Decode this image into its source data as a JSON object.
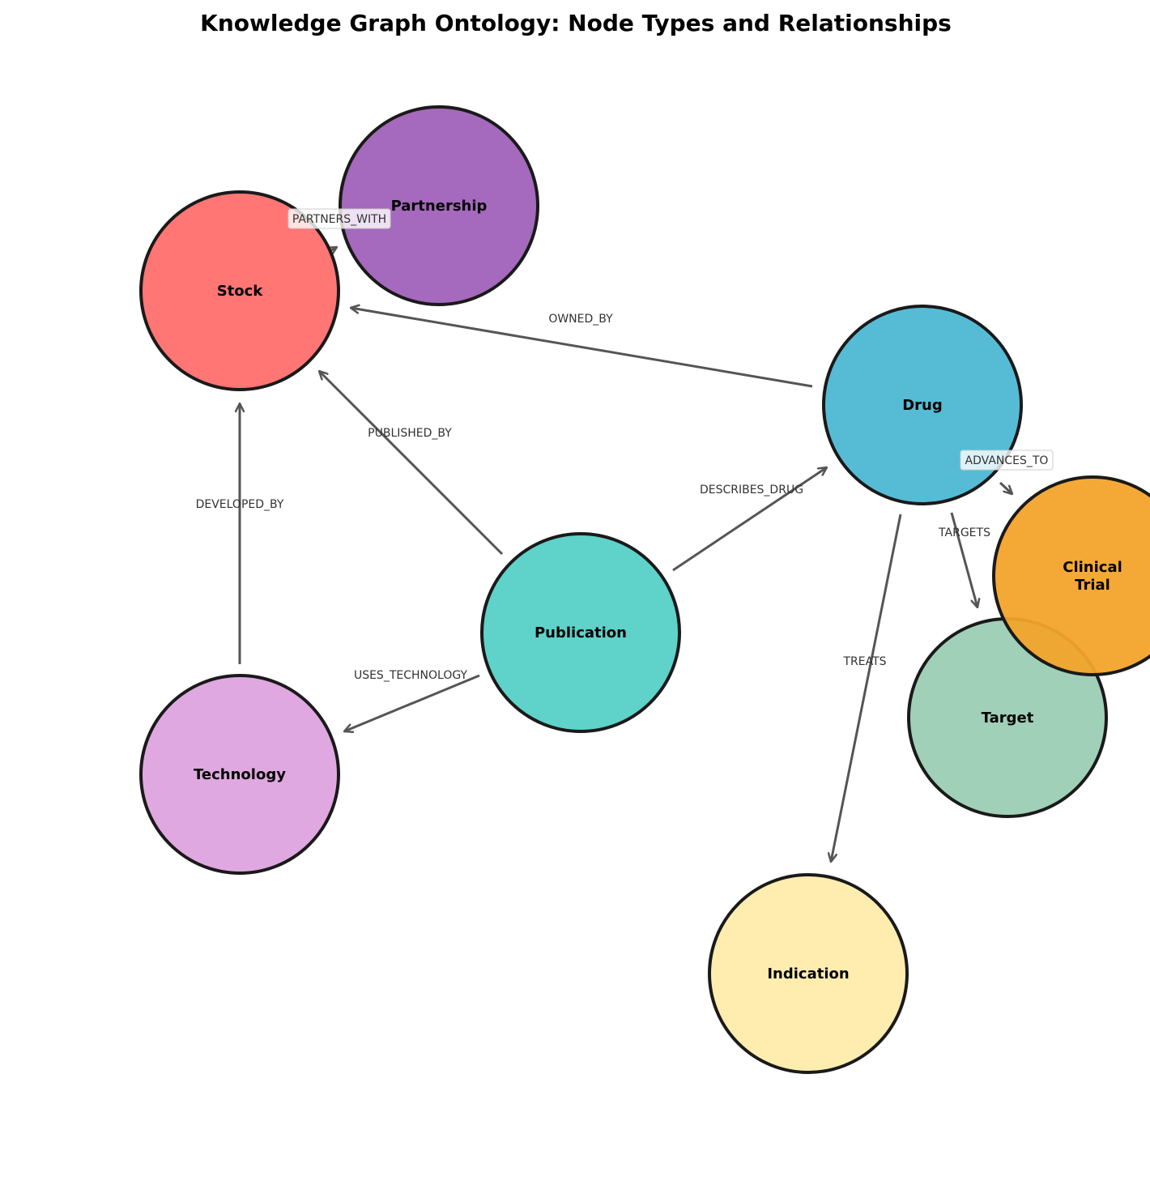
{
  "title": "Knowledge Graph Ontology: Node Types and Relationships",
  "nodes": {
    "partnership": {
      "label": "Partnership",
      "color": "#a569bd"
    },
    "stock": {
      "label": "Stock",
      "color": "#ff7675"
    },
    "drug": {
      "label": "Drug",
      "color": "#56bcd5"
    },
    "clinical_trial": {
      "label": "Clinical Trial",
      "color": "#f3a42b"
    },
    "target": {
      "label": "Target",
      "color": "#a0d0b8"
    },
    "publication": {
      "label": "Publication",
      "color": "#5fd2c9"
    },
    "technology": {
      "label": "Technology",
      "color": "#e0a8e0"
    },
    "indication": {
      "label": "Indication",
      "color": "#ffedb0"
    }
  },
  "edges": {
    "partners_with": {
      "label": "PARTNERS_WITH"
    },
    "owned_by": {
      "label": "OWNED_BY"
    },
    "published_by": {
      "label": "PUBLISHED_BY"
    },
    "developed_by": {
      "label": "DEVELOPED_BY"
    },
    "describes_drug": {
      "label": "DESCRIBES_DRUG"
    },
    "advances_to": {
      "label": "ADVANCES_TO"
    },
    "targets": {
      "label": "TARGETS"
    },
    "treats": {
      "label": "TREATS"
    },
    "uses_technology": {
      "label": "USES_TECHNOLOGY"
    }
  }
}
